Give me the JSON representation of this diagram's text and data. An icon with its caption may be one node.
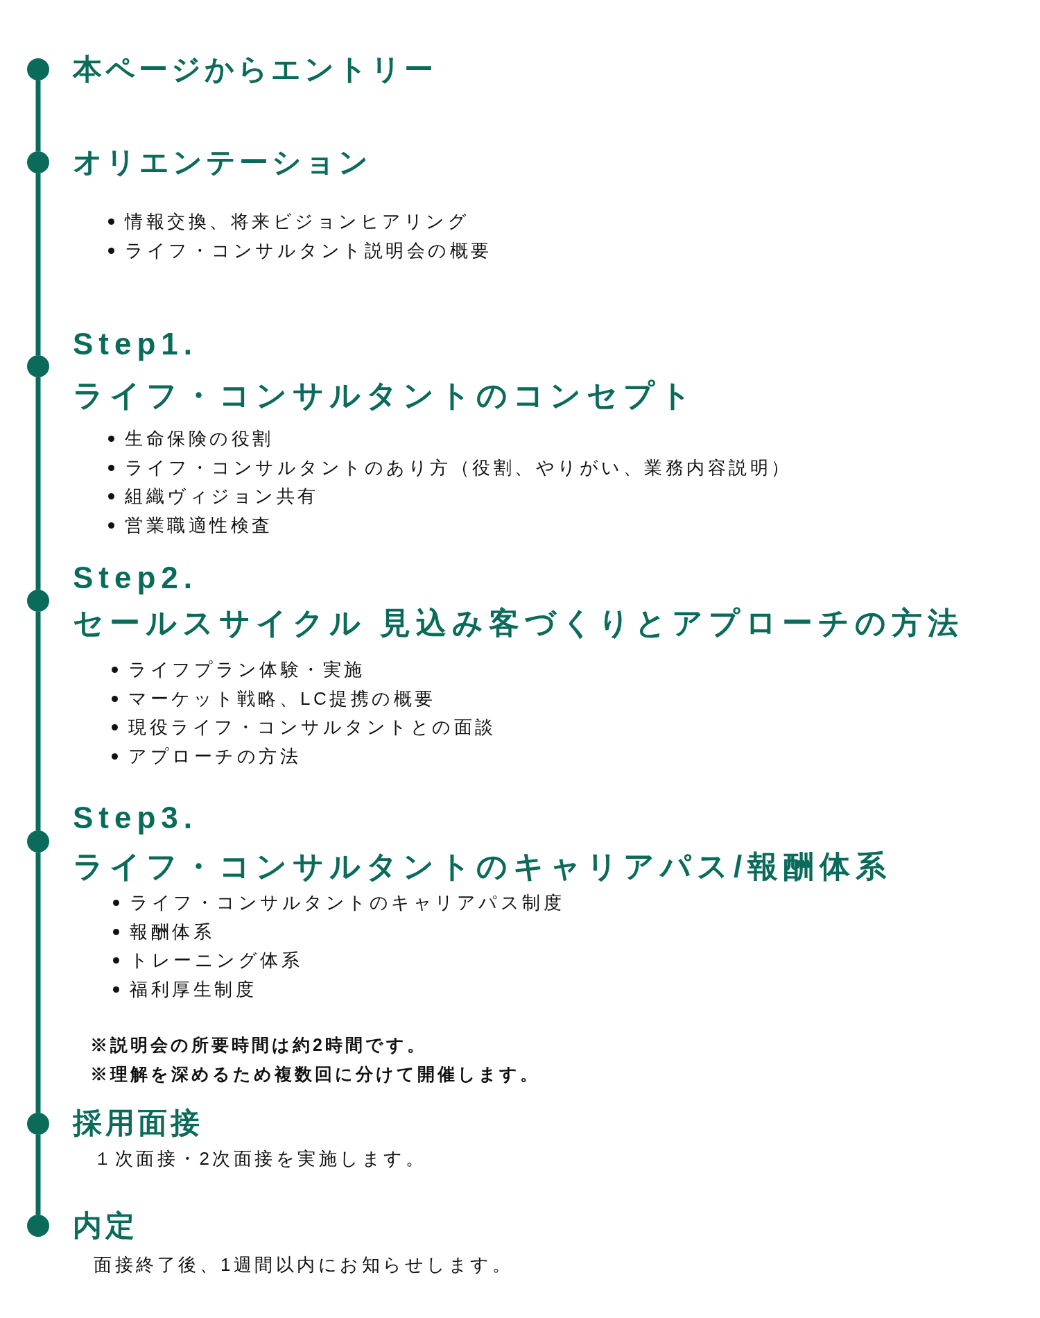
{
  "diagram": {
    "nodes": [
      {
        "text": [
          "本ページからエントリー"
        ]
      },
      {
        "text": [
          "オリエンテーション",
          "情報交換、将来ビジョンヒアリング",
          "ライフ・コンサルタント説明会の概要"
        ]
      },
      {
        "text": [
          "Step1.",
          "ライフ・コンサルタントのコンセプト",
          "生命保険の役割",
          "ライフ・コンサルタントのあり方（役割、やりがい、業務内容説明）",
          "組織ヴィジョン共有",
          "営業職適性検査"
        ]
      },
      {
        "text": [
          "Step2.",
          "セールスサイクル 見込み客づくりとアプローチの方法",
          "ライフプラン体験・実施",
          "マーケット戦略、LC提携の概要",
          "現役ライフ・コンサルタントとの面談",
          "アプローチの方法"
        ]
      },
      {
        "text": [
          "Step3.",
          "ライフ・コンサルタントのキャリアパス/報酬体系",
          "ライフ・コンサルタントのキャリアパス制度",
          "報酬体系",
          "トレーニング体系",
          "福利厚生制度"
        ]
      },
      {
        "text": [
          "採用面接",
          "１次面接・2次面接を実施します。"
        ]
      },
      {
        "text": [
          "内定",
          "面接終了後、1週間以内にお知らせします。"
        ]
      }
    ],
    "edges": [
      {
        "from": 0,
        "to": 1,
        "arrow": "none"
      },
      {
        "from": 1,
        "to": 2,
        "arrow": "none"
      },
      {
        "from": 2,
        "to": 3,
        "arrow": "none"
      },
      {
        "from": 3,
        "to": 4,
        "arrow": "none"
      },
      {
        "from": 4,
        "to": 5,
        "arrow": "none"
      },
      {
        "from": 5,
        "to": 6,
        "arrow": "none"
      }
    ],
    "labels": [
      "※説明会の所要時間は約2時間です。",
      "※理解を深めるため複数回に分けて開催します。"
    ]
  }
}
